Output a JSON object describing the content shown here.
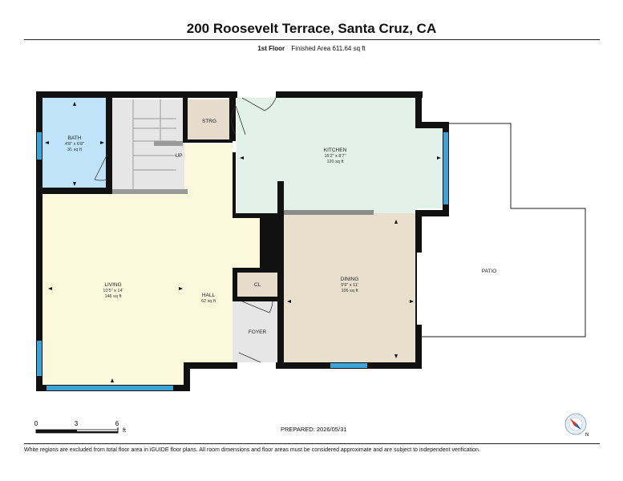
{
  "header": {
    "title": "200 Roosevelt Terrace, Santa Cruz, CA",
    "floor": "1st Floor",
    "finished_area": "Finished Area 611.64 sq ft"
  },
  "rooms": {
    "bath": {
      "name": "BATH",
      "dims": "4'8\" x 6'8\"",
      "area": "31 sq ft"
    },
    "strg": {
      "name": "STRG"
    },
    "up": {
      "name": "UP"
    },
    "kitchen": {
      "name": "KITCHEN",
      "dims": "15'2\" x 8'7\"",
      "area": "120 sq ft"
    },
    "living": {
      "name": "LIVING",
      "dims": "10'5\" x 14'",
      "area": "146 sq ft"
    },
    "hall": {
      "name": "HALL",
      "area": "62 sq ft"
    },
    "cl": {
      "name": "CL"
    },
    "dining": {
      "name": "DINING",
      "dims": "9'9\" x 11'",
      "area": "106 sq ft"
    },
    "foyer": {
      "name": "FOYER"
    },
    "patio": {
      "name": "PATIO"
    }
  },
  "scale": {
    "t0": "0",
    "t3": "3",
    "t6": "6",
    "unit": "ft"
  },
  "compass": {
    "dir": "N"
  },
  "footer": {
    "prepared": "PREPARED: 2026/05/31",
    "disclaimer": "White regions are excluded from total floor area in iGUIDE floor plans. All room dimensions and floor areas must be considered approximate and are subject to independent verification."
  },
  "colors": {
    "wall": "#111111",
    "bath": "#bfe3f8",
    "kitchen": "#e2f1ea",
    "living": "#fbf8dc",
    "dining": "#e8dfcd",
    "storage": "#e5dccb",
    "stairs": "#e6e6e6",
    "window": "#3ba3d6"
  }
}
